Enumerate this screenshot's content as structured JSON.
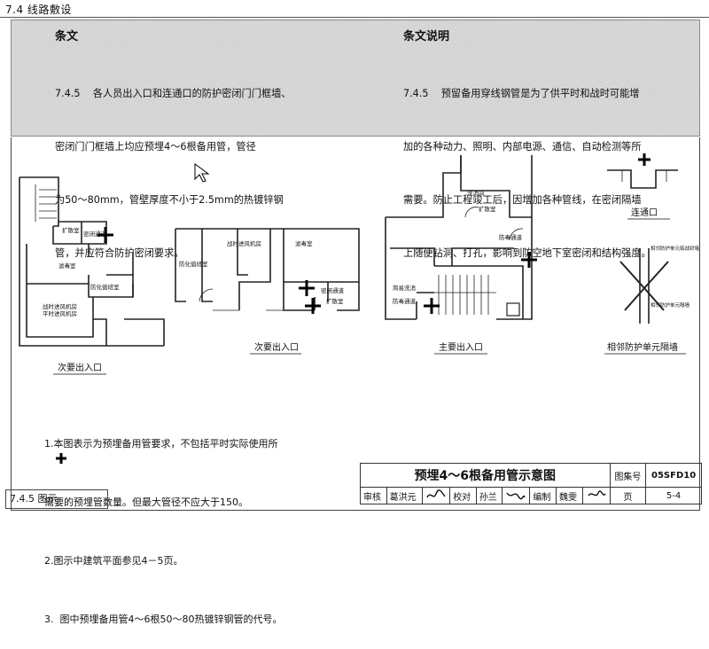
{
  "header": {
    "section_title": "7.4 线路敷设"
  },
  "clause": {
    "heading": "条文",
    "lines": [
      "7.4.5    各人员出入口和连通口的防护密闭门门框墙、",
      "密闭门门框墙上均应预埋4～6根备用管，管径",
      "为50～80mm，管壁厚度不小于2.5mm的热镀锌钢",
      "管，并应符合防护密闭要求。"
    ]
  },
  "explanation": {
    "heading": "条文说明",
    "lines": [
      "7.4.5    预留备用穿线钢管是为了供平时和战时可能增",
      "加的各种动力、照明、内部电源、通信、自动检测等所",
      "需要。防止工程竣工后，因增加各种管线，在密闭隔墙",
      "上随便钻洞、打孔，影响到防空地下室密闭和结构强度。"
    ]
  },
  "drawings": {
    "left_plan": {
      "caption": "次要出入口",
      "room_labels": [
        "扩散室",
        "密闭通道",
        "滤毒室",
        "防化值班室",
        "战时进风机房",
        "平时进风机房"
      ]
    },
    "middle_plan": {
      "caption": "次要出入口",
      "room_labels": [
        "防化值班室",
        "战时进风机房",
        "滤毒室",
        "密闭通道",
        "扩散室"
      ]
    },
    "right_plan": {
      "caption": "主要出入口",
      "room_labels": [
        "洗消间",
        "扩散室",
        "防毒通道",
        "简易洗消",
        "防毒通道"
      ]
    },
    "connection": {
      "caption": "连通口"
    },
    "adjacent": {
      "caption": "相邻防护单元隔墙",
      "labels": [
        "相邻防护单元临战封堵",
        "相邻防护单元隔墙"
      ]
    }
  },
  "notes": [
    "1.本图表示为预埋备用管要求，不包括平时实际使用所",
    "需要的预埋管数量。但最大管径不应大于150。",
    "2.图示中建筑平面参见4－5页。",
    "3.  图中预埋备用管4～6根50～80热镀锌钢管的代号。"
  ],
  "title_block": {
    "title": "预埋4～6根备用管示意图",
    "atlas_label": "图集号",
    "atlas_no": "05SFD10",
    "page_label": "页",
    "page_no": "5-4",
    "review_label": "审核",
    "reviewer": "葛洪元",
    "proof_label": "校对",
    "proofer": "孙兰",
    "design_label": "编制",
    "designer": "魏雯"
  },
  "footer": {
    "section": "7.4.5 图示"
  }
}
